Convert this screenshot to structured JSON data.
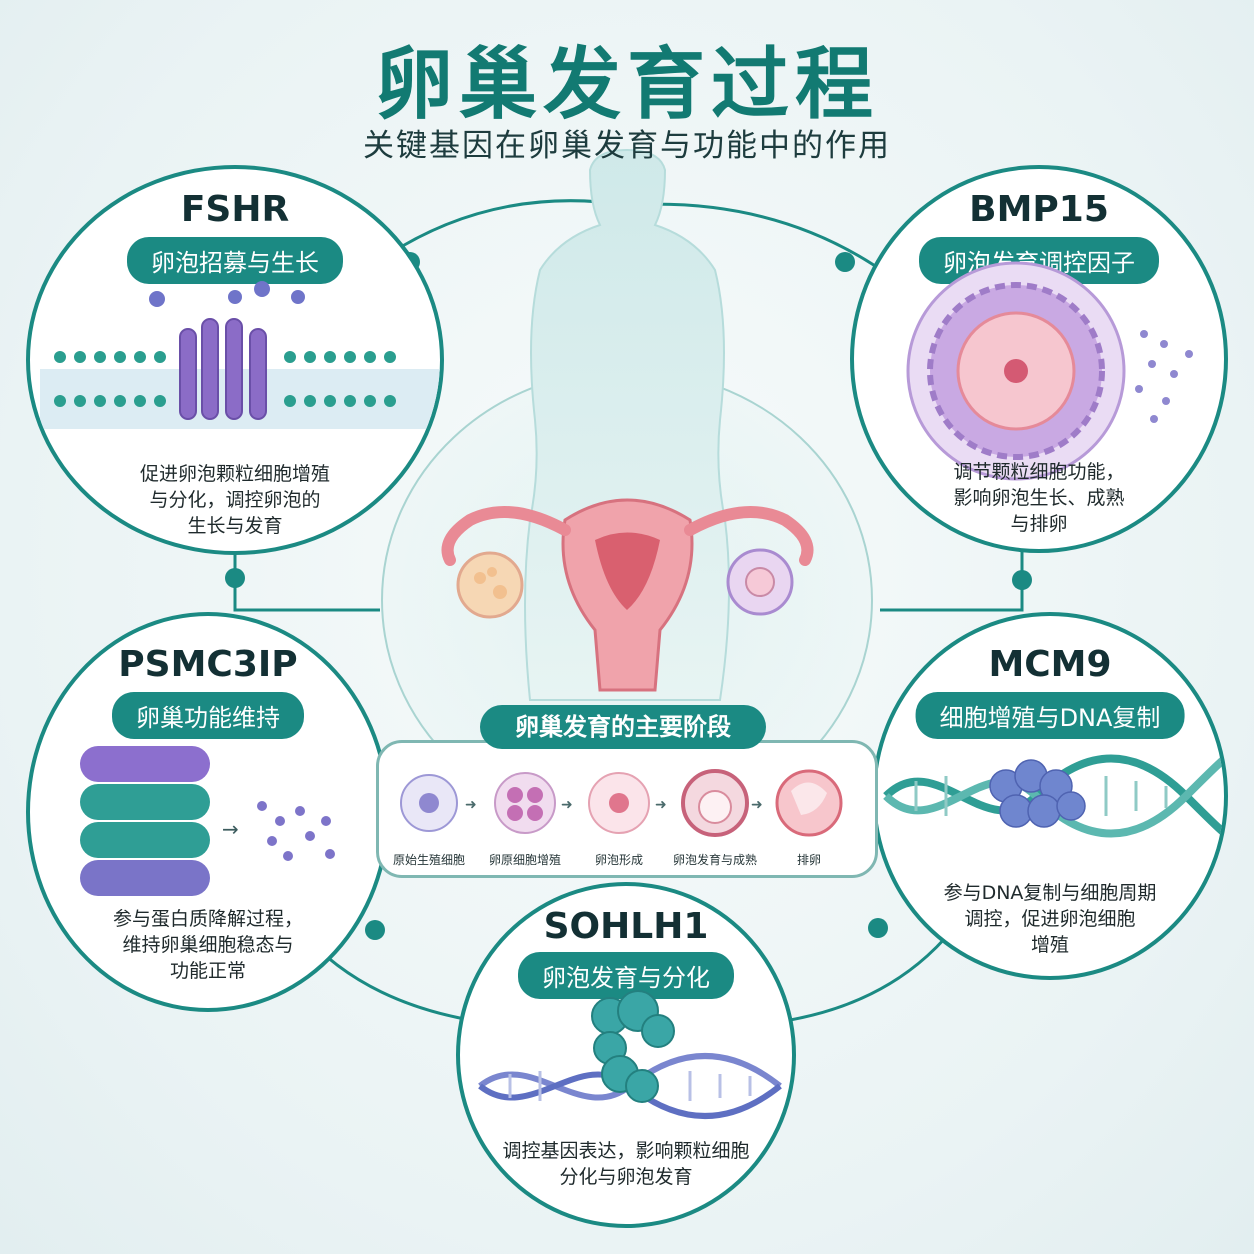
{
  "title": "卵巢发育过程",
  "subtitle": "关键基因在卵巢发育与功能中的作用",
  "genes": [
    {
      "name": "FSHR",
      "role": "卵泡招募与生长",
      "desc": "促进卵泡颗粒细胞增殖\n与分化，调控卵泡的\n生长与发育"
    },
    {
      "name": "BMP15",
      "role": "卵泡发育调控因子",
      "desc": "调节颗粒细胞功能，\n影响卵泡生长、成熟\n与排卵"
    },
    {
      "name": "PSMC3IP",
      "role": "卵巢功能维持",
      "desc": "参与蛋白质降解过程，\n维持卵巢细胞稳态与\n功能正常"
    },
    {
      "name": "MCM9",
      "role": "细胞增殖与DNA复制",
      "desc": "参与DNA复制与细胞周期\n调控，促进卵泡细胞\n增殖"
    },
    {
      "name": "SOHLH1",
      "role": "卵泡发育与分化",
      "desc": "调控基因表达，影响颗粒细胞\n分化与卵泡发育"
    }
  ],
  "stages": {
    "title": "卵巢发育的主要阶段",
    "items": [
      "原始生殖细胞",
      "卵原细胞增殖",
      "卵泡形成",
      "卵泡发育与成熟",
      "排卵"
    ]
  },
  "colors": {
    "teal": "#1b8a83",
    "title": "#127a72",
    "pink": "#e98a95",
    "purple": "#8b6cc7"
  }
}
